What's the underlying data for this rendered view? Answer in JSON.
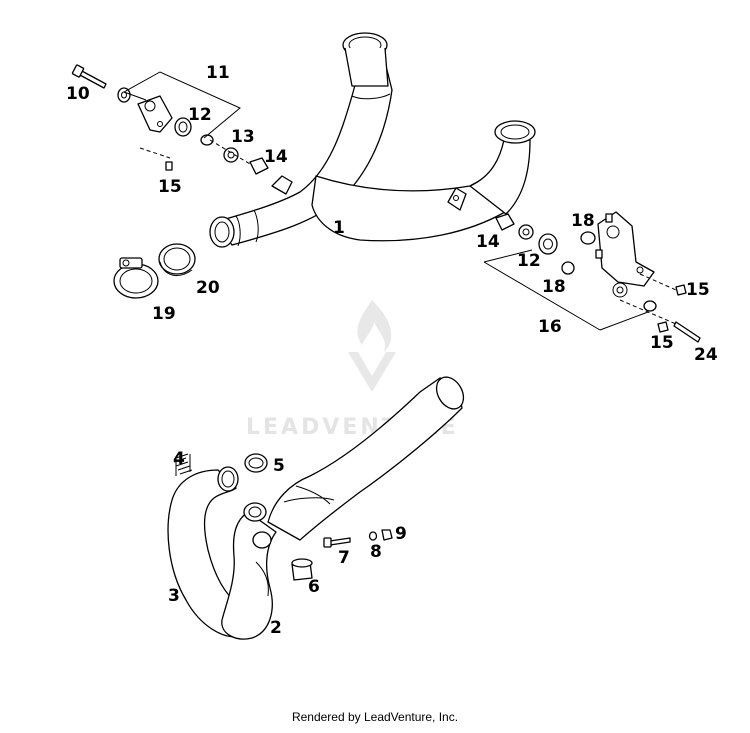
{
  "watermark": {
    "text": "LEADVENTURE"
  },
  "footer": {
    "text": "Rendered by LeadVenture, Inc."
  },
  "callouts": {
    "c1": "1",
    "c2": "2",
    "c3": "3",
    "c4": "4",
    "c5": "5",
    "c6": "6",
    "c7": "7",
    "c8": "8",
    "c9": "9",
    "c10": "10",
    "c11": "11",
    "c12a": "12",
    "c13": "13",
    "c14a": "14",
    "c15a": "15",
    "c14b": "14",
    "c12b": "12",
    "c18a": "18",
    "c18b": "18",
    "c16": "16",
    "c15b": "15",
    "c15c": "15",
    "c24": "24",
    "c19": "19",
    "c20": "20"
  }
}
